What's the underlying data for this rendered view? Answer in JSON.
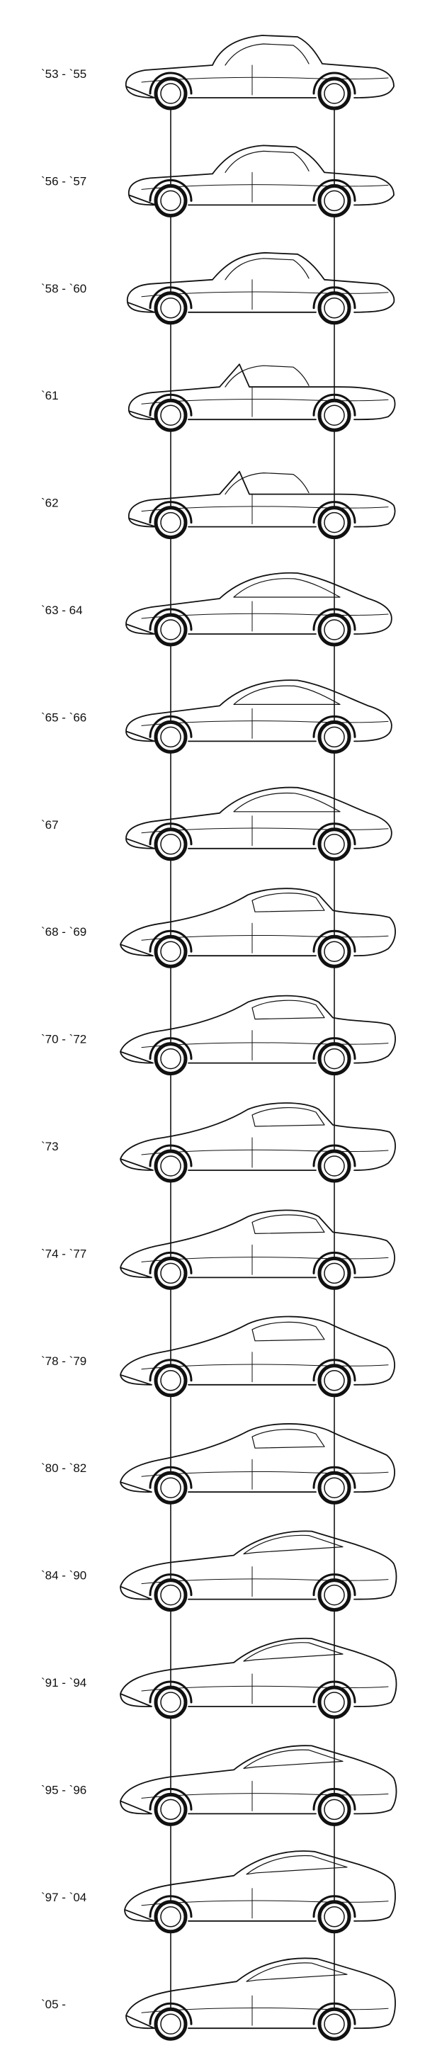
{
  "title": "",
  "generations": [
    {
      "label": "`53 - `55",
      "style": "c1-early"
    },
    {
      "label": "`56 - `57",
      "style": "c1-mid"
    },
    {
      "label": "`58 - `60",
      "style": "c1-late"
    },
    {
      "label": "`61",
      "style": "c1-duck"
    },
    {
      "label": "`62",
      "style": "c1-duck"
    },
    {
      "label": "`63 - 64",
      "style": "c2-coupe"
    },
    {
      "label": "`65 - `66",
      "style": "c2-coupe"
    },
    {
      "label": "`67",
      "style": "c2-coupe"
    },
    {
      "label": "`68 - `69",
      "style": "c3-chrome"
    },
    {
      "label": "`70 - `72",
      "style": "c3-chrome"
    },
    {
      "label": "`73",
      "style": "c3-chrome"
    },
    {
      "label": "`74 - `77",
      "style": "c3-rubber"
    },
    {
      "label": "`78 - `79",
      "style": "c3-fastback"
    },
    {
      "label": "`80 - `82",
      "style": "c3-fastback"
    },
    {
      "label": "`84 - `90",
      "style": "c4"
    },
    {
      "label": "`91 - `94",
      "style": "c4"
    },
    {
      "label": "`95 - `96",
      "style": "c4"
    },
    {
      "label": "`97 - `04",
      "style": "c5"
    },
    {
      "label": "`05 -",
      "style": "c6"
    }
  ],
  "colors": {
    "ink": "#111111",
    "paper": "#ffffff"
  }
}
